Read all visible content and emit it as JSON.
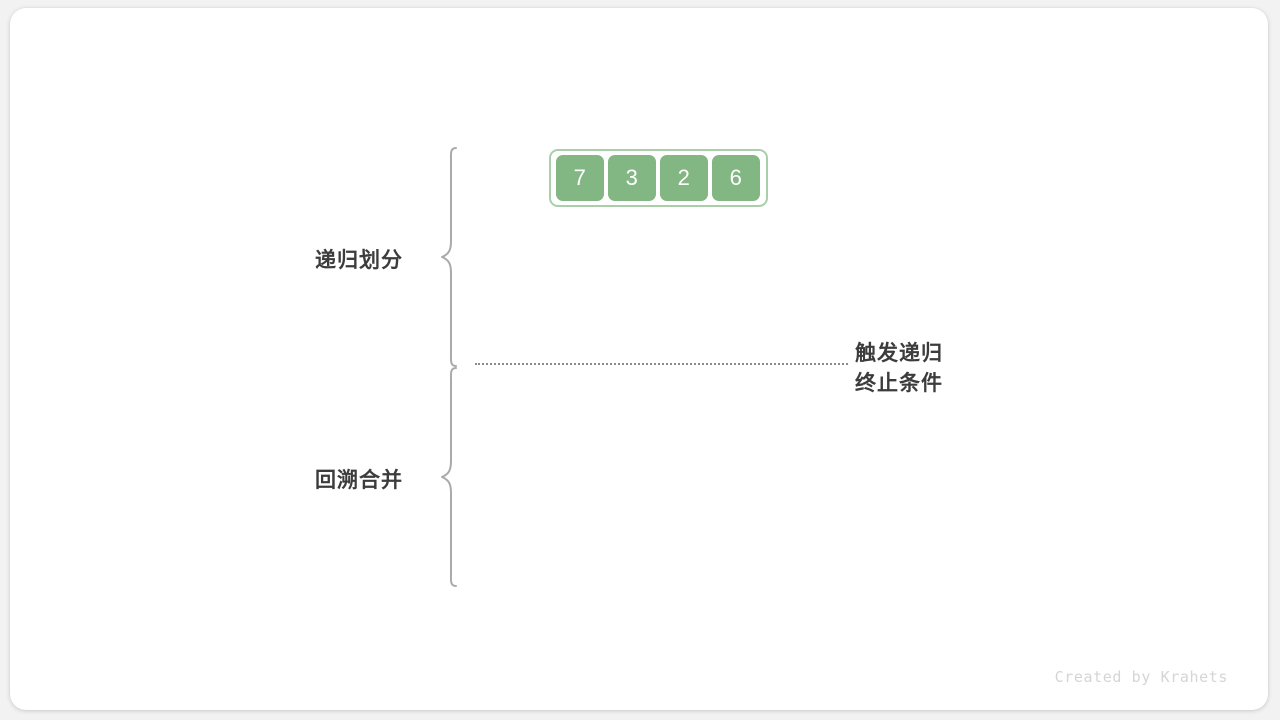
{
  "figure": {
    "background_color": "#f2f2f2",
    "card_color": "#ffffff"
  },
  "array": {
    "name": "input-array",
    "cells": [
      {
        "value": "7"
      },
      {
        "value": "3"
      },
      {
        "value": "2"
      },
      {
        "value": "6"
      }
    ],
    "cell_color": "#82b682",
    "border_color": "#a9cfa9",
    "text_color": "#ffffff"
  },
  "sections": [
    {
      "id": "divide",
      "label": "递归划分"
    },
    {
      "id": "merge",
      "label": "回溯合并"
    }
  ],
  "annotation": {
    "line1": "触发递归",
    "line2": "终止条件",
    "text_color": "#3c3c3c"
  },
  "divider": {
    "style": "dotted",
    "color": "#8a8a8a"
  },
  "watermark": {
    "text": "Created by Krahets",
    "color": "#d5d5d5"
  }
}
